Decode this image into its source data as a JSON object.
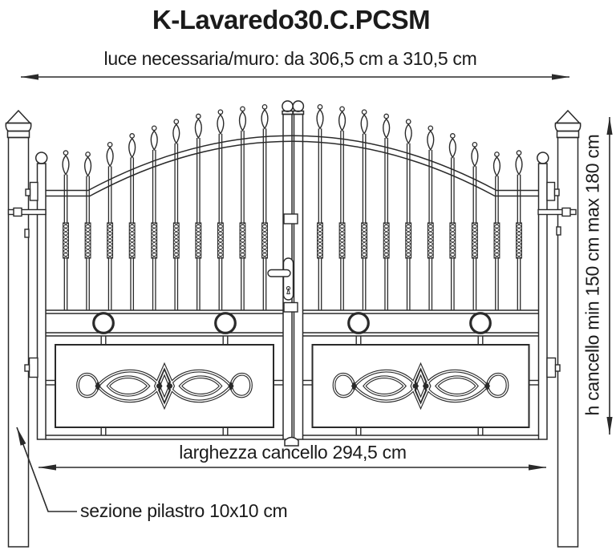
{
  "title": "K-Lavaredo30.C.PCSM",
  "dimensions": {
    "wall_clearance": "luce necessaria/muro: da 306,5 cm a 310,5 cm",
    "gate_height": "h cancello min 150 cm max 180 cm",
    "gate_width": "larghezza cancello 294,5 cm",
    "pillar_section": "sezione pilastro 10x10 cm"
  },
  "drawing": {
    "pickets_per_leaf": 10,
    "rings_per_leaf": 2,
    "leaves": 2,
    "line_color": "#2a2a2a",
    "background": "#ffffff"
  }
}
